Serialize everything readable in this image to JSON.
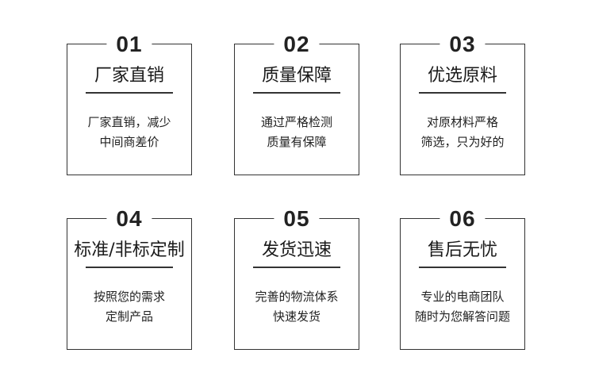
{
  "cards": [
    {
      "number": "01",
      "title": "厂家直销",
      "lines": [
        "厂家直销，减少",
        "中间商差价"
      ]
    },
    {
      "number": "02",
      "title": "质量保障",
      "lines": [
        "通过严格检测",
        "质量有保障"
      ]
    },
    {
      "number": "03",
      "title": "优选原料",
      "lines": [
        "对原材料严格",
        "筛选，只为好的"
      ]
    },
    {
      "number": "04",
      "title": "标准/非标定制",
      "lines": [
        "按照您的需求",
        "定制产品"
      ]
    },
    {
      "number": "05",
      "title": "发货迅速",
      "lines": [
        "完善的物流体系",
        "快速发货"
      ]
    },
    {
      "number": "06",
      "title": "售后无忧",
      "lines": [
        "专业的电商团队",
        "随时为您解答问题"
      ]
    }
  ]
}
